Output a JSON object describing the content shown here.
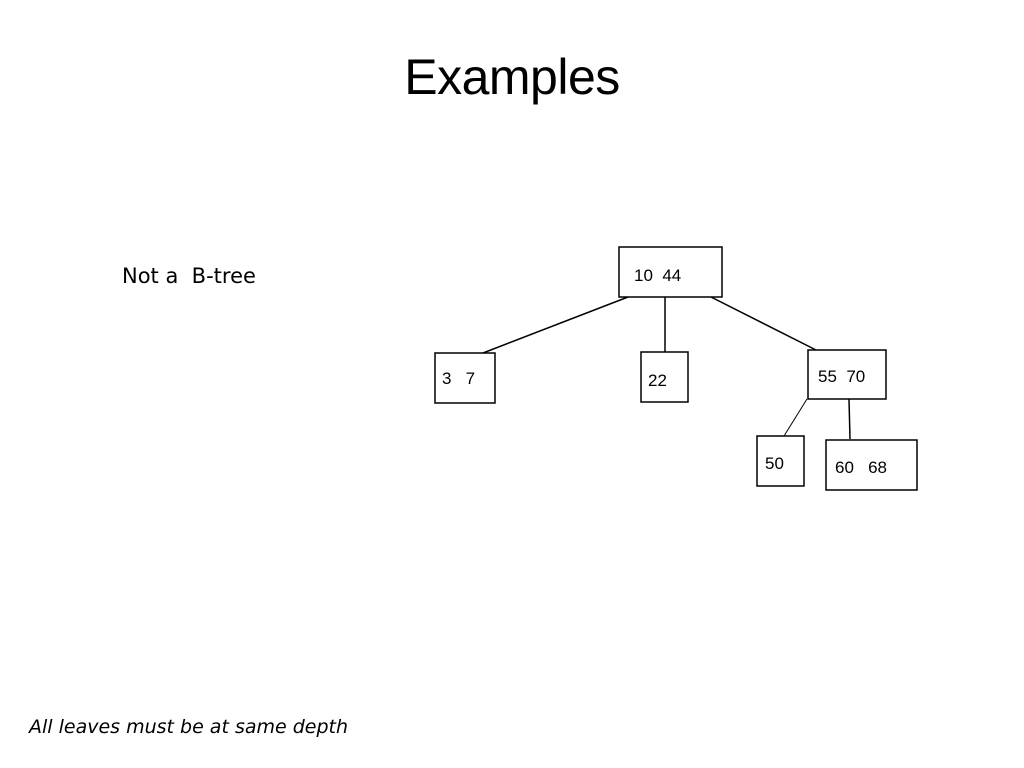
{
  "slide": {
    "title": "Examples",
    "subtitle": "Not a  B-tree",
    "note": "All leaves must be at same depth"
  },
  "tree": {
    "root": {
      "label": "10  44"
    },
    "left": {
      "label": "3   7"
    },
    "middle": {
      "label": "22"
    },
    "right": {
      "label": "55  70"
    },
    "right_left": {
      "label": "50"
    },
    "right_right": {
      "label": "60   68"
    }
  },
  "colors": {
    "background": "#ffffff",
    "ink": "#000000"
  }
}
